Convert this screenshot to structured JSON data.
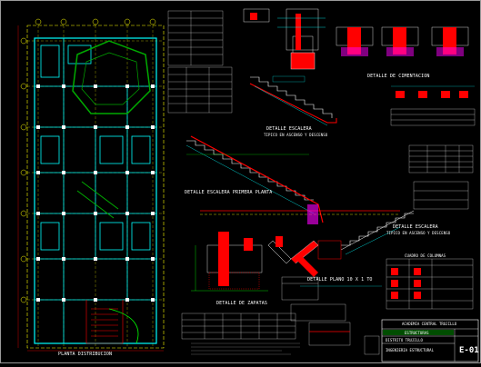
{
  "drawing": {
    "floor_plan_title": "PLANTA DISTRIBUCION",
    "stair_detail_upper_title": "DETALLE ESCALERA",
    "stair_detail_upper_sub": "TIPICO EN ASCENSO Y DESCENSO",
    "stair_detail_first_floor": "DETALLE ESCALERA PRIMERA PLANTA",
    "stair_detail_right_title": "DETALLE ESCALERA",
    "stair_detail_right_sub": "TIPICO EN ASCENSO Y DESCENSO",
    "foundations_detail": "DETALLE DE CIMENTACION",
    "footing_detail": "DETALLE DE ZAPATAS",
    "slab_detail": "DETALLE PLANO 10 X 1 TO",
    "columns_table_title": "CUADRO DE COLUMNAS",
    "title_block": {
      "line1": "ACADEMIA CENTRAL TRUJILLO",
      "line2": "ESTRUCTURAS",
      "line3": "DISTRITO TRUJILLO",
      "line4": "INGENIERIA ESTRUCTURAL",
      "sheet_number": "E-01"
    }
  },
  "colors": {
    "background": "#000000",
    "wall": "#00ffff",
    "axis": "#ffff00",
    "text": "#ffffff",
    "section": "#ff0000",
    "dim": "#00ff00",
    "hatch": "#ff00ff",
    "green": "#00aa00"
  }
}
